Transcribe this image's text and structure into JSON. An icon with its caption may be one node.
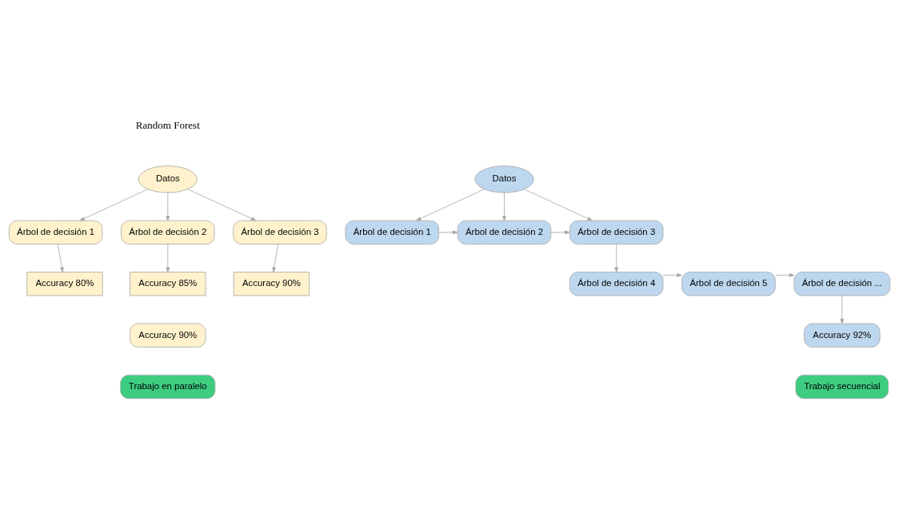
{
  "diagram": {
    "nodes": [
      {
        "text": [
          "Datos"
        ]
      },
      {
        "text": [
          "Árbol de decisión 1"
        ]
      },
      {
        "text": [
          "Árbol de decisión 2"
        ]
      },
      {
        "text": [
          "Árbol de decisión 3"
        ]
      },
      {
        "text": [
          "Accuracy 80%"
        ]
      },
      {
        "text": [
          "Accuracy 85%"
        ]
      },
      {
        "text": [
          "Accuracy 90%"
        ]
      },
      {
        "text": [
          "Accuracy 90%"
        ]
      },
      {
        "text": [
          "Trabajo en paralelo"
        ]
      },
      {
        "text": [
          "Datos"
        ]
      },
      {
        "text": [
          "Árbol de decisión 1"
        ]
      },
      {
        "text": [
          "Árbol de decisión 2"
        ]
      },
      {
        "text": [
          "Árbol de decisión 3"
        ]
      },
      {
        "text": [
          "Árbol de decisión ..."
        ]
      },
      {
        "text": [
          "Árbol de decisión 5"
        ]
      },
      {
        "text": [
          "Árbol de decisión 4"
        ]
      },
      {
        "text": [
          "Accuracy 92%"
        ]
      },
      {
        "text": [
          "Trabajo secuencial"
        ]
      }
    ],
    "edges": [
      {
        "from": 0,
        "to": 1,
        "arrow": "to"
      },
      {
        "from": 0,
        "to": 2,
        "arrow": "to"
      },
      {
        "from": 0,
        "to": 3,
        "arrow": "to"
      },
      {
        "from": 1,
        "to": 4,
        "arrow": "to"
      },
      {
        "from": 2,
        "to": 5,
        "arrow": "to"
      },
      {
        "from": 3,
        "to": 6,
        "arrow": "to"
      },
      {
        "from": 9,
        "to": 10,
        "arrow": "to"
      },
      {
        "from": 9,
        "to": 11,
        "arrow": "to"
      },
      {
        "from": 9,
        "to": 12,
        "arrow": "to"
      },
      {
        "from": 10,
        "to": 11,
        "arrow": "to"
      },
      {
        "from": 11,
        "to": 12,
        "arrow": "to"
      },
      {
        "from": 12,
        "to": 15,
        "arrow": "to"
      },
      {
        "from": 15,
        "to": 14,
        "arrow": "to"
      },
      {
        "from": 14,
        "to": 13,
        "arrow": "to"
      },
      {
        "from": 13,
        "to": 16,
        "arrow": "to"
      }
    ],
    "labels": [
      "Random Forest"
    ]
  }
}
